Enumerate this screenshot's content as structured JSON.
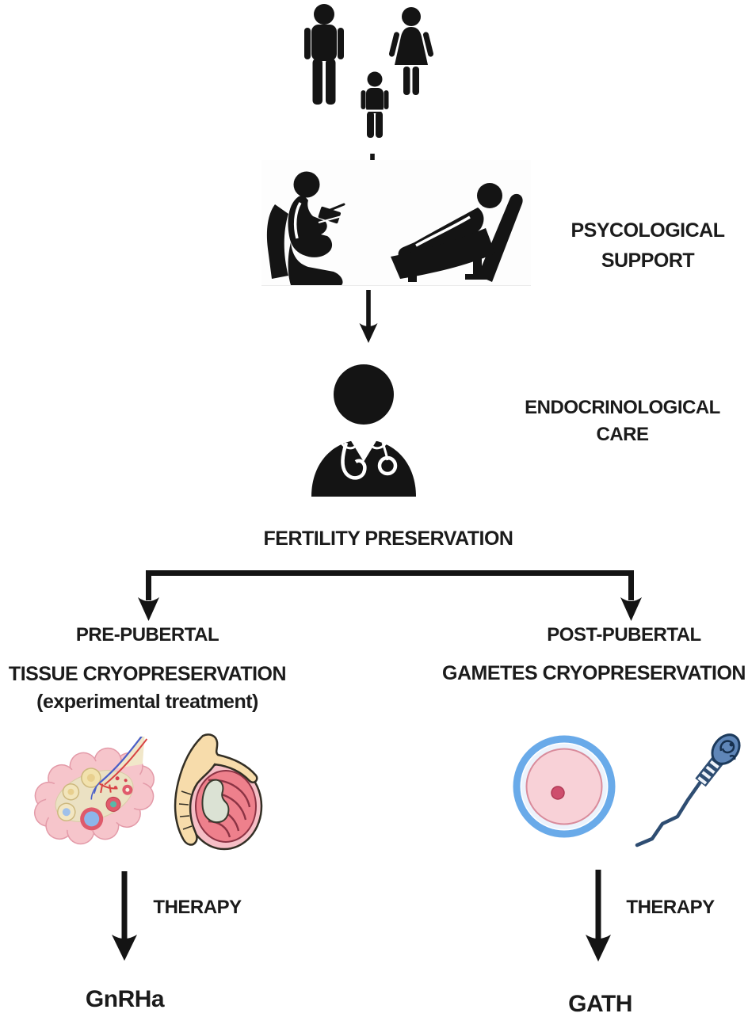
{
  "figure_title": "fertility-preservation-pathway-diagram",
  "ink_color": "#141414",
  "steps": {
    "family": {
      "icons": [
        "man-icon",
        "woman-icon",
        "child-icon"
      ]
    },
    "psychological_support": {
      "line1": "PSYCOLOGICAL",
      "line2": "SUPPORT",
      "icons": [
        "therapist-in-chair-icon",
        "patient-on-couch-icon",
        "down-arrow"
      ]
    },
    "endocrinological_care": {
      "line1": "ENDOCRINOLOGICAL",
      "line2": "CARE",
      "icons": [
        "doctor-icon"
      ]
    },
    "fertility_preservation": {
      "label": "FERTILITY PRESERVATION"
    }
  },
  "branches": {
    "left": {
      "stage": "PRE-PUBERTAL",
      "method": "TISSUE CRYOPRESERVATION",
      "note": "(experimental treatment)",
      "icons": [
        "ovary-illustration",
        "testis-illustration"
      ],
      "therapy": "THERAPY",
      "outcome": "GnRHa"
    },
    "right": {
      "stage": "POST-PUBERTAL",
      "method": "GAMETES CRYOPRESERVATION",
      "icons": [
        "oocyte-illustration",
        "sperm-illustration"
      ],
      "therapy": "THERAPY",
      "outcome": "GATH"
    }
  },
  "illustration_colors": {
    "ovary_outer_pink": "#f6c5cb",
    "ovary_inner_beige": "#ebe1c3",
    "testis_epididymis_tan": "#f7dcab",
    "testis_outer_pink": "#f6bec6",
    "testis_inner_red": "#ee808c",
    "oocyte_ring_blue": "#69aae9",
    "oocyte_cytoplasm_pink": "#f8d1d7",
    "oocyte_nucleus": "#ce4e6d",
    "sperm_navy": "#2e4d72"
  }
}
